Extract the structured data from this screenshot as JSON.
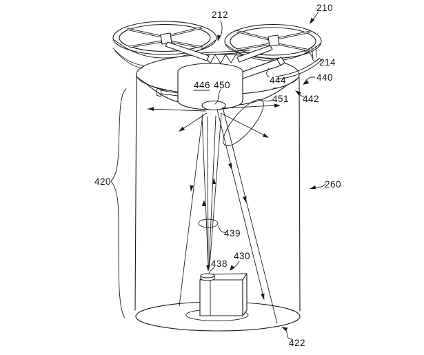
{
  "canvas": {
    "background": "#ffffff",
    "ink": "#1b1b1b"
  },
  "labels": {
    "n210": "210",
    "n212": "212",
    "n214": "214",
    "n260": "260",
    "n420": "420",
    "n422": "422",
    "n430": "430",
    "n438": "438",
    "n439": "439",
    "n440": "440",
    "n442": "442",
    "n444": "444",
    "n446": "446",
    "n450": "450",
    "n451": "451"
  }
}
